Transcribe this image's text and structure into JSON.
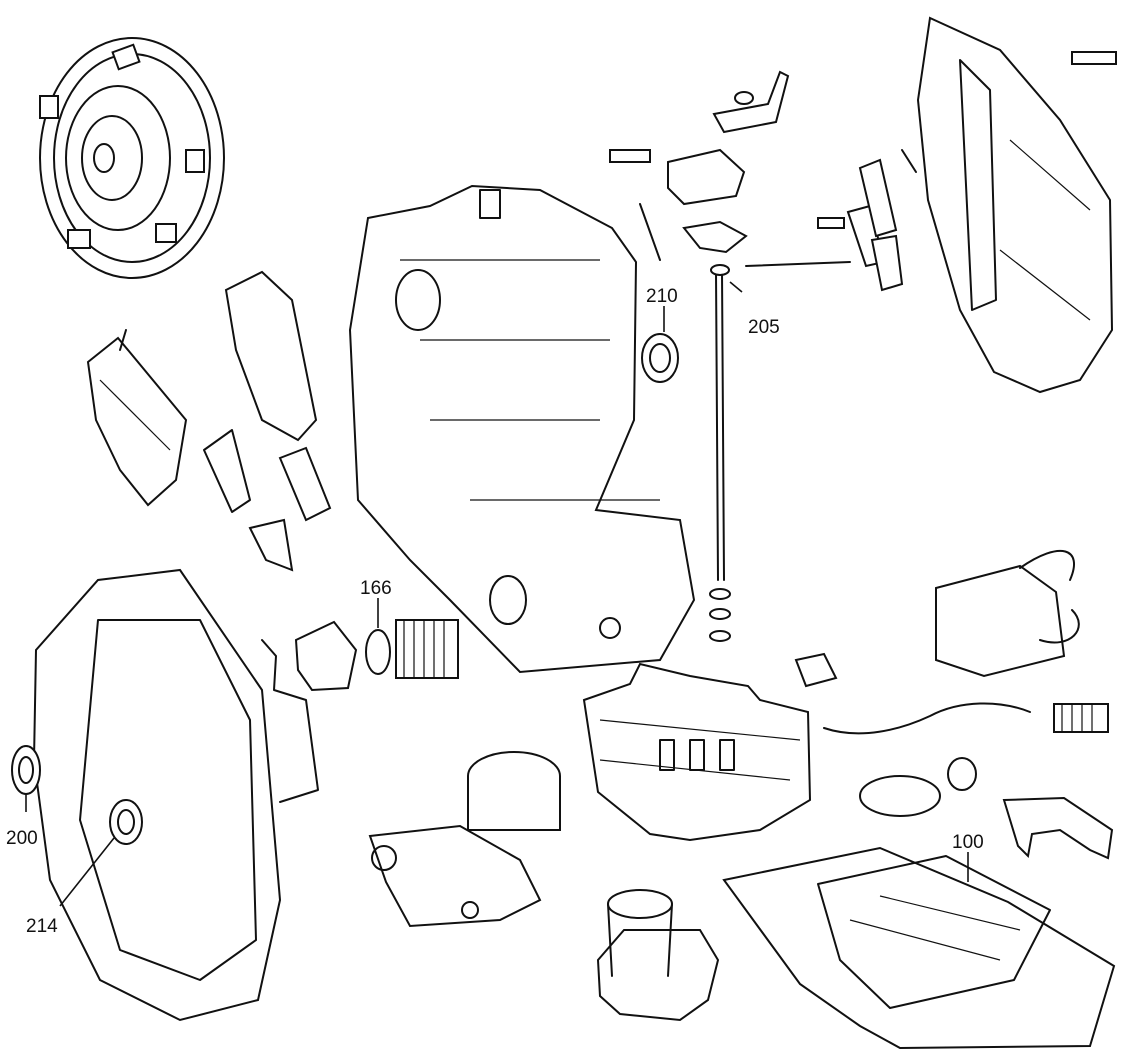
{
  "callouts": [
    {
      "label": "210"
    },
    {
      "label": "205"
    },
    {
      "label": "166"
    },
    {
      "label": "100"
    },
    {
      "label": "200"
    },
    {
      "label": "214"
    }
  ]
}
